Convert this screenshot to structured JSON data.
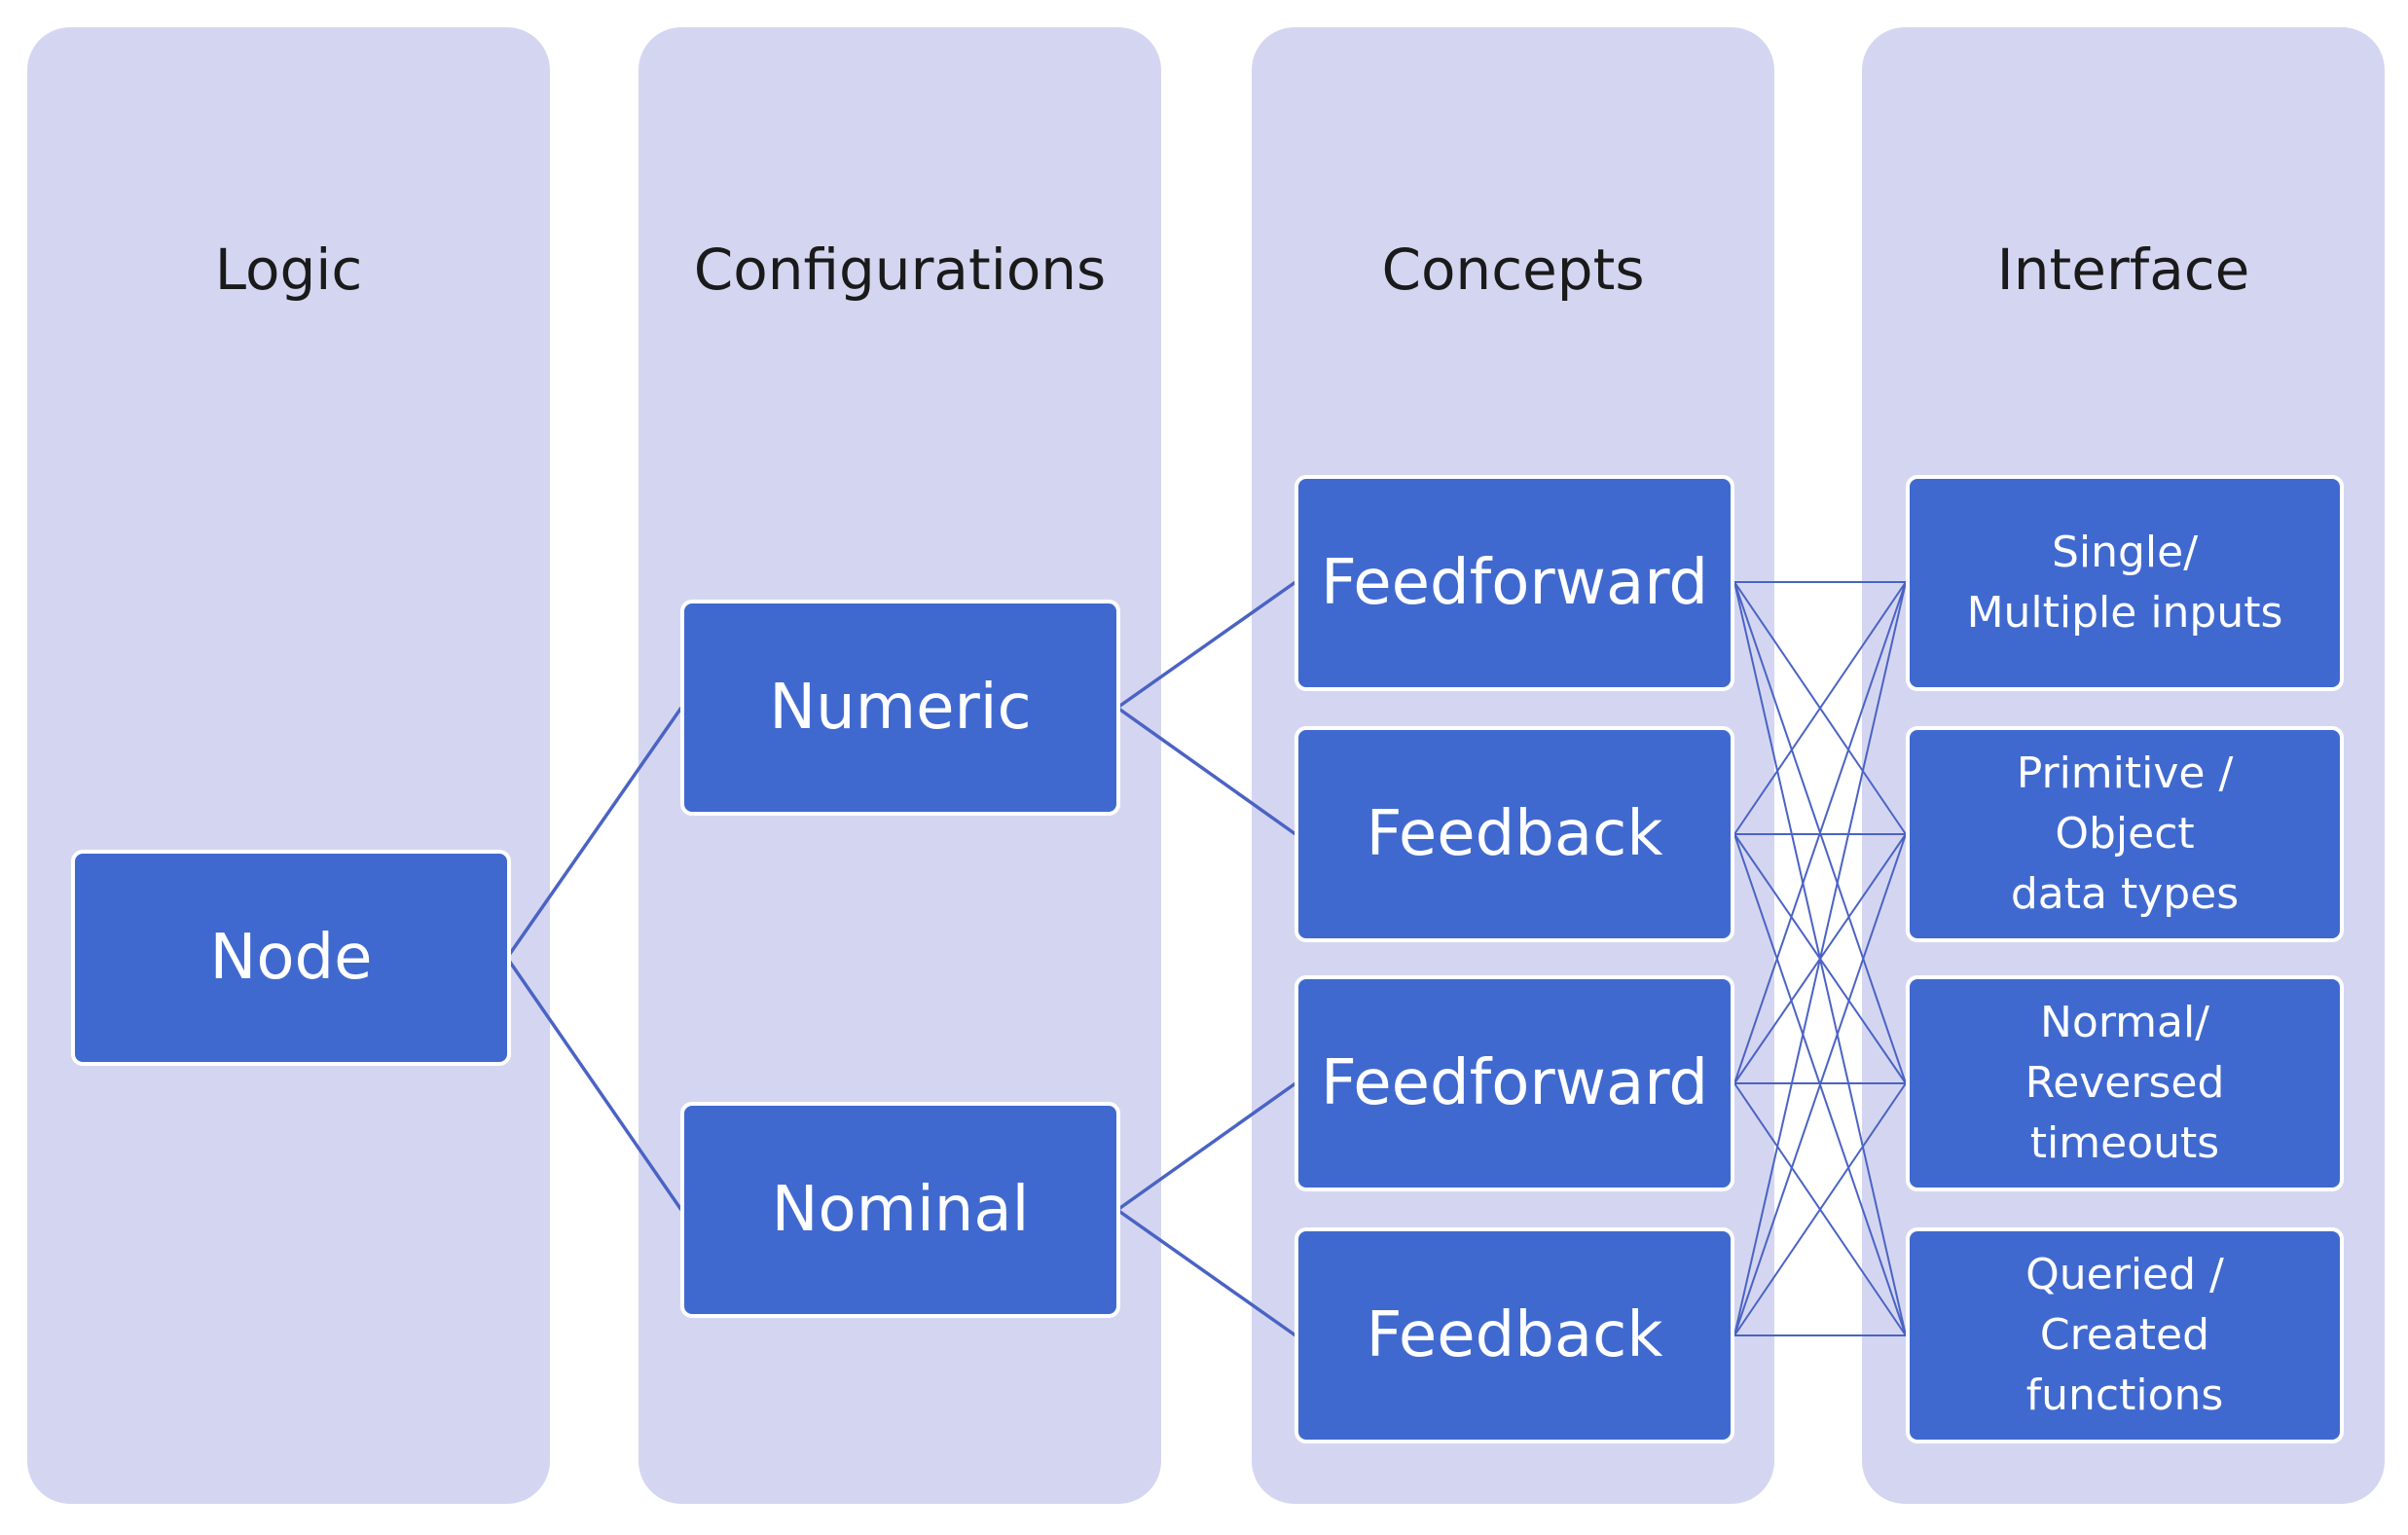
{
  "columns": {
    "logic": "Logic",
    "configurations": "Configurations",
    "concepts": "Concepts",
    "interface": "Interface"
  },
  "nodes": {
    "node": "Node",
    "numeric": "Numeric",
    "nominal": "Nominal",
    "feedforward_1": "Feedforward",
    "feedback_1": "Feedback",
    "feedforward_2": "Feedforward",
    "feedback_2": "Feedback"
  },
  "interface_items": [
    [
      "Single/",
      "Multiple inputs"
    ],
    [
      "Primitive /",
      "Object",
      "data types"
    ],
    [
      "Normal/",
      "Reversed",
      "timeouts"
    ],
    [
      "Queried /",
      "Created",
      "functions"
    ]
  ],
  "colors": {
    "column_bg": "#d4d6f1",
    "box_fill": "#4069d0",
    "connector": "#4a63c4"
  }
}
